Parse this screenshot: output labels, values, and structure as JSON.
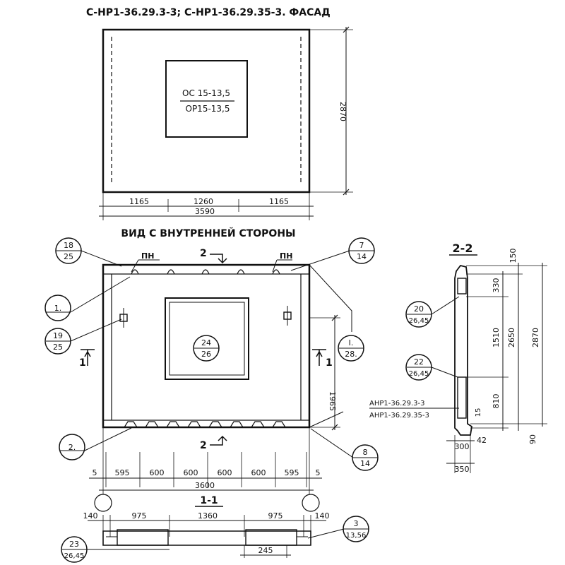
{
  "sheet": {
    "title": "С-НР1-36.29.3-3;  С-НР1-36.29.35-3. ФАСАД",
    "facade": {
      "window_top": "ОС 15-13,5",
      "window_bottom": "ОР15-13,5",
      "height": "2870",
      "widths": [
        "1165",
        "1260",
        "1165"
      ],
      "total_width": "3590"
    },
    "inner_view": {
      "title": "ВИД С ВНУТРЕННЕЙ СТОРОНЫ",
      "pn_labels": [
        "ПН",
        "ПН"
      ],
      "cut_marks": {
        "top": "2",
        "bottom": "2",
        "left": "1",
        "right": "1"
      },
      "callouts": [
        {
          "top": "18",
          "bottom": "25"
        },
        {
          "top": "1.",
          "bottom": ""
        },
        {
          "top": "19",
          "bottom": "25"
        },
        {
          "top": "2.",
          "bottom": ""
        },
        {
          "top": "24",
          "bottom": "26"
        },
        {
          "top": "7",
          "bottom": "14"
        },
        {
          "top": "I.",
          "bottom": "28."
        },
        {
          "top": "8",
          "bottom": "14"
        }
      ],
      "height_dim": "1965",
      "bottom_dims": [
        "5",
        "595",
        "600",
        "600",
        "600",
        "600",
        "595",
        "5"
      ],
      "total_width": "3600"
    },
    "section_1_1": {
      "title": "1-1",
      "dims": [
        "140",
        "975",
        "1360",
        "975",
        "140"
      ],
      "dim_245": "245",
      "callouts": [
        {
          "top": "3",
          "bottom": "13,56"
        },
        {
          "top": "23",
          "bottom": "26,45"
        }
      ]
    },
    "section_2_2": {
      "title": "2-2",
      "callouts": [
        {
          "top": "20",
          "bottom": "26,45"
        },
        {
          "top": "22",
          "bottom": "26,45"
        }
      ],
      "anchor_labels": [
        "АНР1-36.29.3-3",
        "АНР1-36.29.35-3"
      ],
      "dims": {
        "top": "150",
        "a": "330",
        "b": "1510",
        "c": "810",
        "mid": "2650",
        "total": "2870",
        "bottom": "90",
        "small": "15",
        "w42": "42",
        "w300": "300",
        "w350": "350"
      }
    }
  }
}
